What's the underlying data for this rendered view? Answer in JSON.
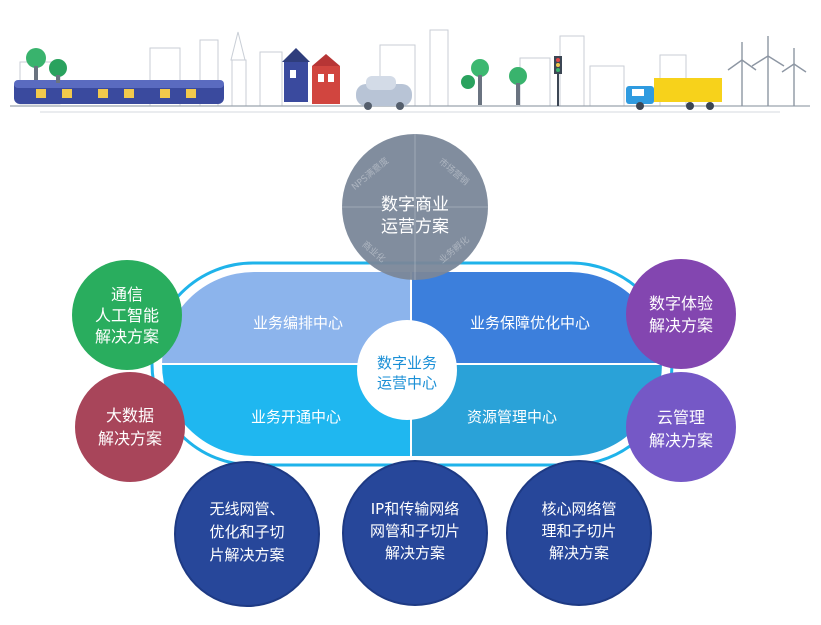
{
  "colors": {
    "accent_blue": "#1fb3ea",
    "top_left_quad": "#8cb4ec",
    "top_right_quad": "#3c7fdc",
    "bottom_left_quad": "#1fb7f0",
    "bottom_right_quad": "#2aa2d8",
    "gray_circle": "#7a8799",
    "green_circle": "#29ad5e",
    "red_circle": "#a8455a",
    "purple_circle": "#8346b0",
    "violet_circle": "#7558c6",
    "navy_circle": "#27479a"
  },
  "center": {
    "line1": "数字业务",
    "line2": "运营中心"
  },
  "quadrants": {
    "top_left": "业务编排中心",
    "top_right": "业务保障优化中心",
    "bottom_left": "业务开通中心",
    "bottom_right": "资源管理中心"
  },
  "top_circle": {
    "line1": "数字商业",
    "line2": "运营方案",
    "ghost": [
      "NPS满意度",
      "市场营销",
      "商业化",
      "业务孵化"
    ]
  },
  "left_circles": [
    {
      "lines": [
        "通信",
        "人工智能",
        "解决方案"
      ]
    },
    {
      "lines": [
        "大数据",
        "解决方案"
      ]
    }
  ],
  "right_circles": [
    {
      "lines": [
        "数字体验",
        "解决方案"
      ]
    },
    {
      "lines": [
        "云管理",
        "解决方案"
      ]
    }
  ],
  "bottom_circles": [
    {
      "lines": [
        "无线网管、",
        "优化和子切",
        "片解决方案"
      ]
    },
    {
      "lines": [
        "IP和传输网络",
        "网管和子切片",
        "解决方案"
      ]
    },
    {
      "lines": [
        "核心网络管",
        "理和子切片",
        "解决方案"
      ]
    }
  ],
  "skyline": {
    "icons": [
      "train-icon",
      "tree-icon",
      "house-icon",
      "car-icon",
      "truck-icon",
      "wind-turbine-icon",
      "traffic-light-icon"
    ]
  }
}
